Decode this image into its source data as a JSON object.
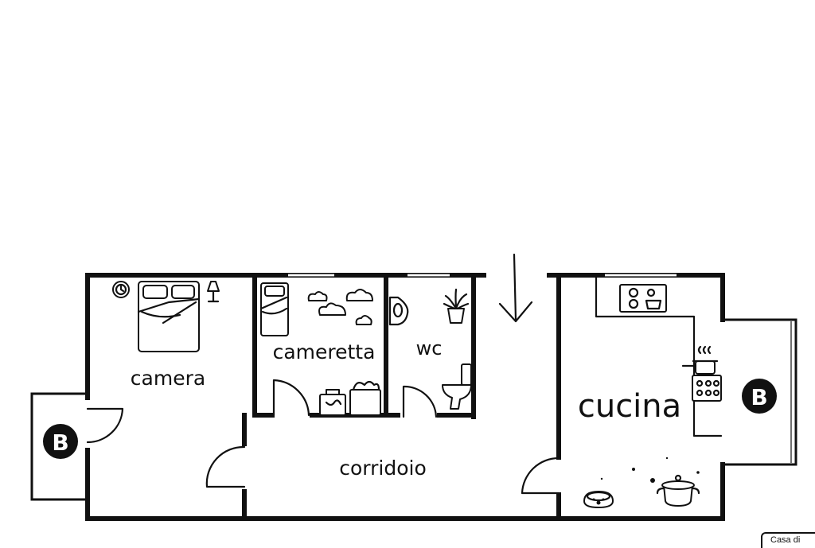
{
  "rooms": {
    "camera": "camera",
    "cameretta": "cameretta",
    "wc": "wc",
    "cucina": "cucina",
    "corridoio": "corridoio"
  },
  "balconies": {
    "left": "B",
    "right": "B"
  },
  "corner_tag": "Casa di",
  "icons": [
    "arrow-down-icon",
    "bed-icon",
    "clock-icon",
    "lamp-icon",
    "single-bed-icon",
    "cloud-icon",
    "toy-box-icon",
    "sink-icon",
    "plant-icon",
    "toilet-icon",
    "cooktop-icon",
    "pot-icon",
    "stove-icon",
    "pet-bowl-icon"
  ]
}
